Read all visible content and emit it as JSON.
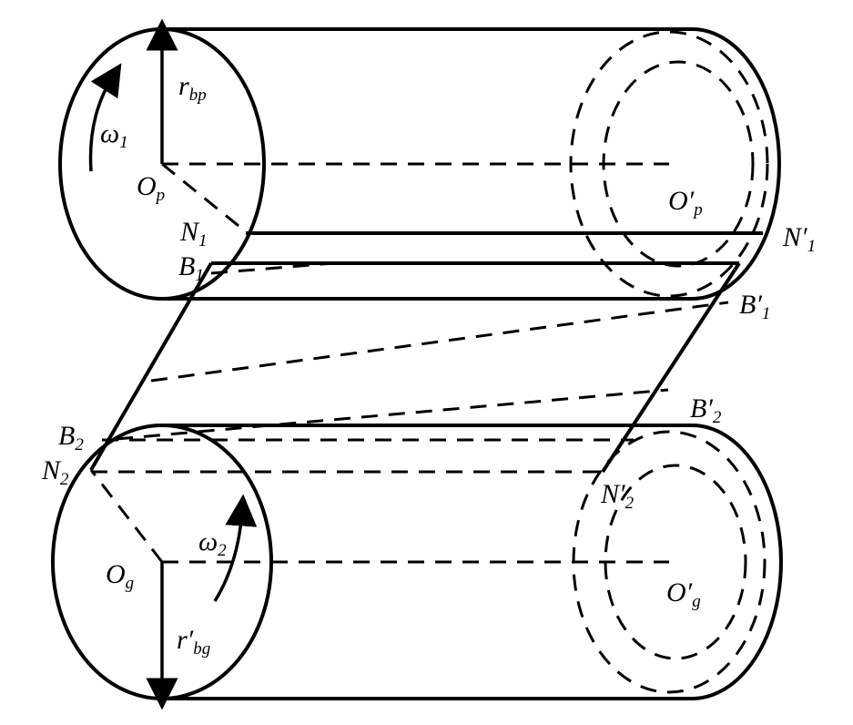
{
  "labels": {
    "r_bp": {
      "main": "r",
      "sub": "bp"
    },
    "omega1": {
      "main": "ω",
      "sub": "1"
    },
    "O_p": {
      "main": "O",
      "sub": "p"
    },
    "N1": {
      "main": "N",
      "sub": "1"
    },
    "B1": {
      "main": "B",
      "sub": "1"
    },
    "O_prime_p": {
      "main": "O′",
      "sub": "p"
    },
    "N_prime_1": {
      "main": "N′",
      "sub": "1"
    },
    "B_prime_1": {
      "main": "B′",
      "sub": "1"
    },
    "B2": {
      "main": "B",
      "sub": "2"
    },
    "N2": {
      "main": "N",
      "sub": "2"
    },
    "B_prime_2": {
      "main": "B′",
      "sub": "2"
    },
    "N_prime_2": {
      "main": "N′",
      "sub": "2"
    },
    "O_g": {
      "main": "O",
      "sub": "g"
    },
    "omega2": {
      "main": "ω",
      "sub": "2"
    },
    "r_prime_bg": {
      "main": "r′",
      "sub": "bg"
    },
    "O_prime_g": {
      "main": "O′",
      "sub": "g"
    }
  }
}
